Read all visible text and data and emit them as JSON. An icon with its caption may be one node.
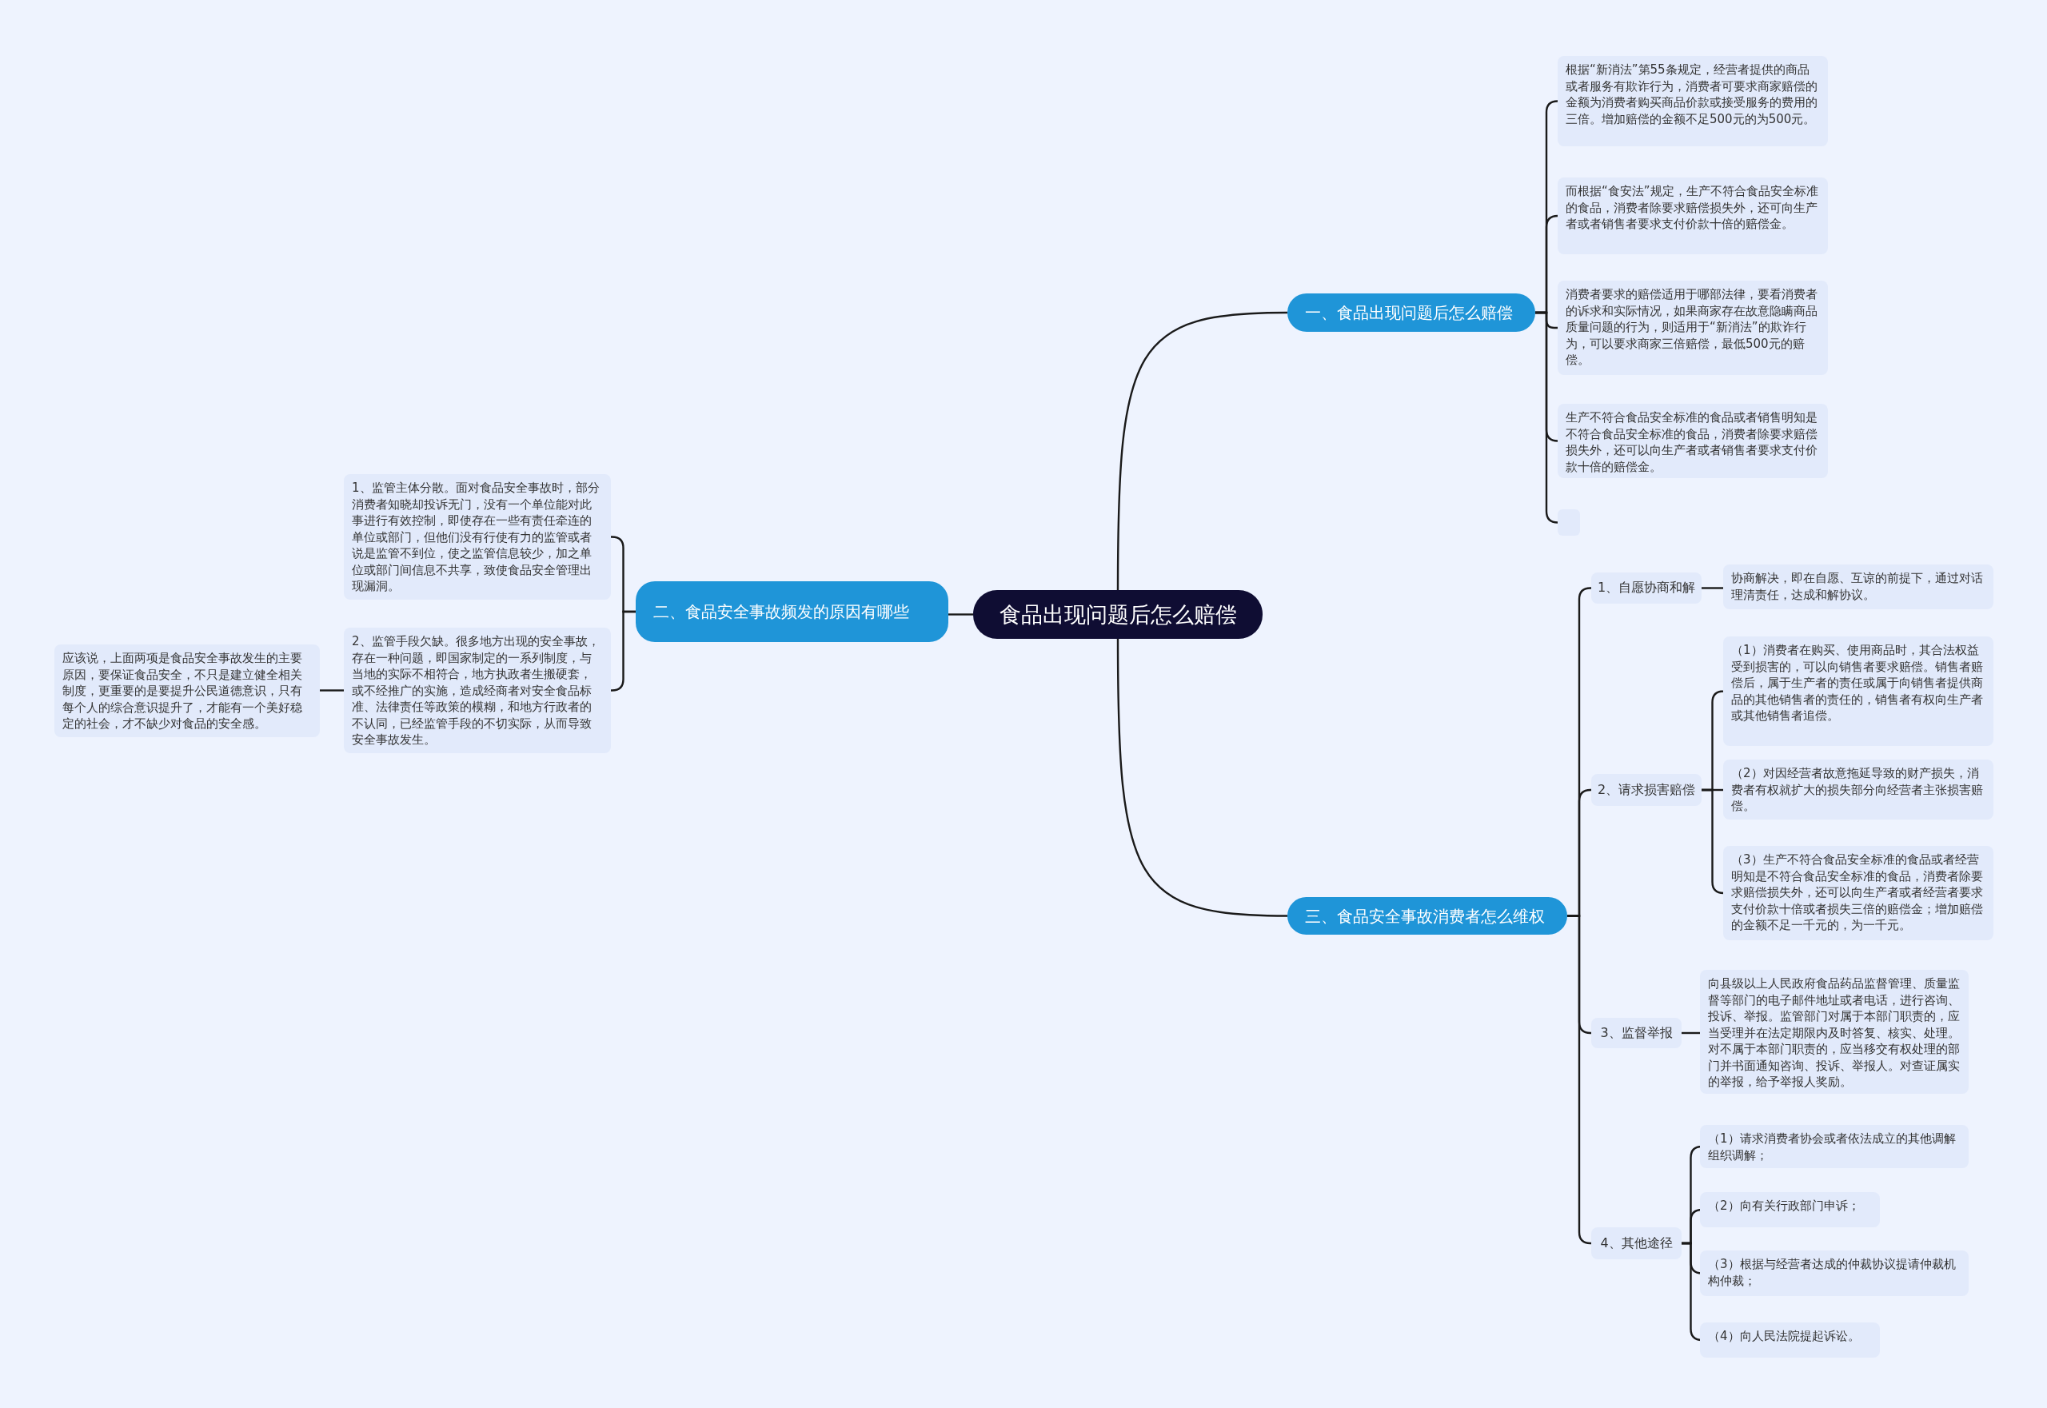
{
  "diagram": {
    "nodes": [
      {
        "text": [
          "食品出现问题后怎么赔偿"
        ]
      },
      {
        "text": [
          "一、食品出现问题后怎么赔偿"
        ]
      },
      {
        "text": [
          "根据“新消法”第55条规定，经营者提供的商品或者服务有欺诈行为，消费者可要求商家赔偿的金额为消费者购买商品价款或接受服务的费用的三倍。增加赔偿的金额不足500元的为500元。"
        ]
      },
      {
        "text": [
          "而根据“食安法”规定，生产不符合食品安全标准的食品，消费者除要求赔偿损失外，还可向生产者或者销售者要求支付价款十倍的赔偿金。"
        ]
      },
      {
        "text": [
          "消费者要求的赔偿适用于哪部法律，要看消费者的诉求和实际情况，如果商家存在故意隐瞒商品质量问题的行为，则适用于“新消法”的欺诈行为，可以要求商家三倍赔偿，最低500元的赔偿。"
        ]
      },
      {
        "text": [
          "生产不符合食品安全标准的食品或者销售明知是不符合食品安全标准的食品，消费者除要求赔偿损失外，还可以向生产者或者销售者要求支付价款十倍的赔偿金。"
        ]
      },
      {
        "text": [],
        "shape": "box"
      },
      {
        "text": [
          "二、食品安全事故频发的原因有哪些"
        ]
      },
      {
        "text": [
          "1、监管主体分散。面对食品安全事故时，部分消费者知晓却投诉无门，没有一个单位能对此事进行有效控制，即使存在一些有责任牵连的单位或部门，但他们没有行使有力的监管或者说是监管不到位，使之监管信息较少，加之单位或部门间信息不共享，致使食品安全管理出现漏洞。"
        ]
      },
      {
        "text": [
          "2、监管手段欠缺。很多地方出现的安全事故，存在一种问题，即国家制定的一系列制度，与当地的实际不相符合，地方执政者生搬硬套，或不经推广的实施，造成经商者对安全食品标准、法律责任等政策的模糊，和地方行政者的不认同，已经监管手段的不切实际，从而导致安全事故发生。"
        ]
      },
      {
        "text": [
          "应该说，上面两项是食品安全事故发生的主要原因，要保证食品安全，不只是建立健全相关制度，更重要的是要提升公民道德意识，只有每个人的综合意识提升了，才能有一个美好稳定的社会，才不缺少对食品的安全感。"
        ]
      },
      {
        "text": [
          "三、食品安全事故消费者怎么维权"
        ]
      },
      {
        "text": [
          "1、自愿协商和解"
        ]
      },
      {
        "text": [
          "协商解决，即在自愿、互谅的前提下，通过对话理清责任，达成和解协议。"
        ]
      },
      {
        "text": [
          "2、请求损害赔偿"
        ]
      },
      {
        "text": [
          "（1）消费者在购买、使用商品时，其合法权益受到损害的，可以向销售者要求赔偿。销售者赔偿后，属于生产者的责任或属于向销售者提供商品的其他销售者的责任的，销售者有权向生产者或其他销售者追偿。"
        ]
      },
      {
        "text": [
          "（2）对因经营者故意拖延导致的财产损失，消费者有权就扩大的损失部分向经营者主张损害赔偿。"
        ]
      },
      {
        "text": [
          "（3）生产不符合食品安全标准的食品或者经营明知是不符合食品安全标准的食品，消费者除要求赔偿损失外，还可以向生产者或者经营者要求支付价款十倍或者损失三倍的赔偿金；增加赔偿的金额不足一千元的，为一千元。"
        ]
      },
      {
        "text": [
          "3、监督举报"
        ]
      },
      {
        "text": [
          "向县级以上人民政府食品药品监督管理、质量监督等部门的电子邮件地址或者电话，进行咨询、投诉、举报。监管部门对属于本部门职责的，应当受理并在法定期限内及时答复、核实、处理。对不属于本部门职责的，应当移交有权处理的部门并书面通知咨询、投诉、举报人。对查证属实的举报，给予举报人奖励。"
        ]
      },
      {
        "text": [
          "4、其他途径"
        ]
      },
      {
        "text": [
          "（1）请求消费者协会或者依法成立的其他调解组织调解；"
        ]
      },
      {
        "text": [
          "（2）向有关行政部门申诉；"
        ]
      },
      {
        "text": [
          "（3）根据与经营者达成的仲裁协议提请仲裁机构仲裁；"
        ]
      },
      {
        "text": [
          "（4）向人民法院提起诉讼。"
        ]
      }
    ],
    "edges": [
      {
        "from": 0,
        "to": 1,
        "arrow": "none"
      },
      {
        "from": 1,
        "to": 2,
        "arrow": "none"
      },
      {
        "from": 1,
        "to": 3,
        "arrow": "none"
      },
      {
        "from": 1,
        "to": 4,
        "arrow": "none"
      },
      {
        "from": 1,
        "to": 5,
        "arrow": "none"
      },
      {
        "from": 1,
        "to": 6,
        "arrow": "none"
      },
      {
        "from": 0,
        "to": 7,
        "arrow": "none"
      },
      {
        "from": 7,
        "to": 8,
        "arrow": "none"
      },
      {
        "from": 7,
        "to": 9,
        "arrow": "none"
      },
      {
        "from": 9,
        "to": 10,
        "arrow": "none"
      },
      {
        "from": 0,
        "to": 11,
        "arrow": "none"
      },
      {
        "from": 11,
        "to": 12,
        "arrow": "none"
      },
      {
        "from": 12,
        "to": 13,
        "arrow": "none"
      },
      {
        "from": 11,
        "to": 14,
        "arrow": "none"
      },
      {
        "from": 14,
        "to": 15,
        "arrow": "none"
      },
      {
        "from": 14,
        "to": 16,
        "arrow": "none"
      },
      {
        "from": 14,
        "to": 17,
        "arrow": "none"
      },
      {
        "from": 11,
        "to": 18,
        "arrow": "none"
      },
      {
        "from": 18,
        "to": 19,
        "arrow": "none"
      },
      {
        "from": 11,
        "to": 20,
        "arrow": "none"
      },
      {
        "from": 20,
        "to": 21,
        "arrow": "none"
      },
      {
        "from": 20,
        "to": 22,
        "arrow": "none"
      },
      {
        "from": 20,
        "to": 23,
        "arrow": "none"
      },
      {
        "from": 20,
        "to": 24,
        "arrow": "none"
      }
    ]
  }
}
